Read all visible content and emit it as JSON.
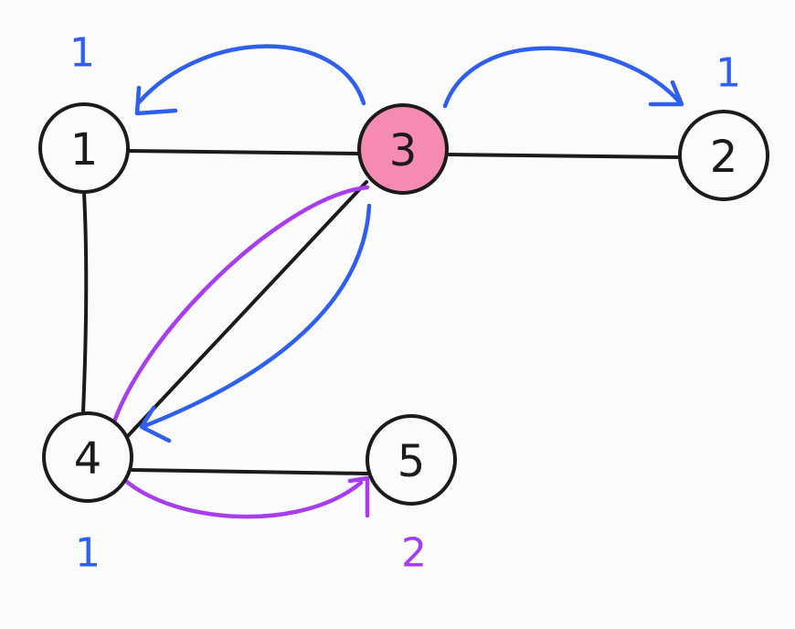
{
  "colors": {
    "ink": "#1b1b1b",
    "blue": "#2f5ff0",
    "purple": "#a73cf0",
    "highlight": "#f58ab2",
    "node_fill": "#fbfbfb"
  },
  "nodes": [
    {
      "id": "1",
      "label": "1",
      "highlighted": false
    },
    {
      "id": "2",
      "label": "2",
      "highlighted": false
    },
    {
      "id": "3",
      "label": "3",
      "highlighted": true
    },
    {
      "id": "4",
      "label": "4",
      "highlighted": false
    },
    {
      "id": "5",
      "label": "5",
      "highlighted": false
    }
  ],
  "edges": [
    {
      "from": "1",
      "to": "3"
    },
    {
      "from": "3",
      "to": "2"
    },
    {
      "from": "1",
      "to": "4"
    },
    {
      "from": "3",
      "to": "4"
    },
    {
      "from": "4",
      "to": "5"
    }
  ],
  "arrows": [
    {
      "from": "3",
      "to": "1",
      "color": "blue"
    },
    {
      "from": "3",
      "to": "2",
      "color": "blue"
    },
    {
      "from": "3",
      "to": "4",
      "color": "blue"
    },
    {
      "from": "3",
      "to": "4",
      "color": "purple"
    },
    {
      "from": "4",
      "to": "5",
      "color": "purple"
    }
  ],
  "distance_labels": [
    {
      "node": "1",
      "text": "1",
      "color": "blue"
    },
    {
      "node": "2",
      "text": "1",
      "color": "blue"
    },
    {
      "node": "4",
      "text": "1",
      "color": "blue"
    },
    {
      "node": "5",
      "text": "2",
      "color": "purple"
    }
  ]
}
